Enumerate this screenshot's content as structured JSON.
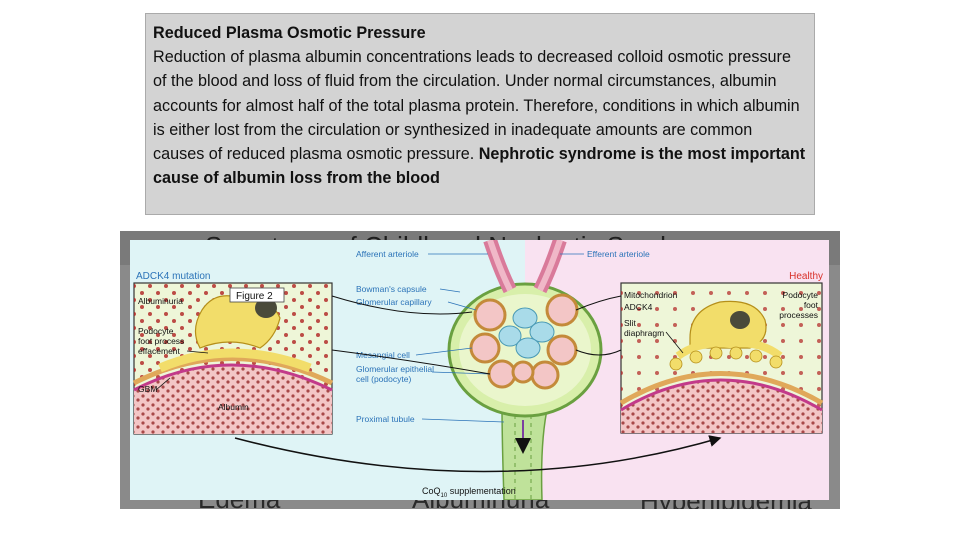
{
  "text_block": {
    "title": "Reduced Plasma Osmotic Pressure",
    "body": "Reduction of plasma albumin concentrations leads to decreased colloid osmotic pressure of the blood and loss of fluid from the circulation. Under normal circumstances, albumin accounts for almost half of the total plasma protein. Therefore, conditions in which albumin is either lost from the circulation or synthesized in inadequate amounts are common causes of reduced plasma osmotic pressure. ",
    "emphasis": "Nephrotic syndrome is the most important cause of albumin loss from the blood"
  },
  "background_slide": {
    "heading_fragment": "Symptoms of Childhood Nephrotic Syndrome",
    "labels": [
      "Edema",
      "Albuminuria",
      "Hyperlipidemia"
    ]
  },
  "figure": {
    "panel_left_title": "ADCK4 mutation",
    "panel_right_title": "Healthy",
    "figure_label": "Figure 2",
    "left_labels": [
      "Albuminuria",
      "Podocyte",
      "foot process",
      "effacement",
      "GBM",
      "Albumin"
    ],
    "center_labels": [
      "Afferent arteriole",
      "Efferent arteriole",
      "Bowman's capsule",
      "Glomerular capillary",
      "Mesangial cell",
      "Glomerular epithelial",
      "cell (podocyte)",
      "Proximal tubule"
    ],
    "right_labels": [
      "Mitochondrion",
      "ADCK4",
      "Slit",
      "diaphragm",
      "Podocyte",
      "foot",
      "processes"
    ],
    "bottom_label": "CoQ",
    "bottom_label_sub": "10",
    "bottom_label_suffix": " supplementation",
    "colors": {
      "left_bg": "#dff4f6",
      "right_bg": "#f9e2f1",
      "label_blue": "#2b73b8",
      "label_red": "#d8322a",
      "podocyte_yellow": "#f2dd6a",
      "gbm_magenta": "#c23a8a",
      "capillary_pink": "#f3c6c6",
      "albumin_red": "#b02020"
    }
  }
}
